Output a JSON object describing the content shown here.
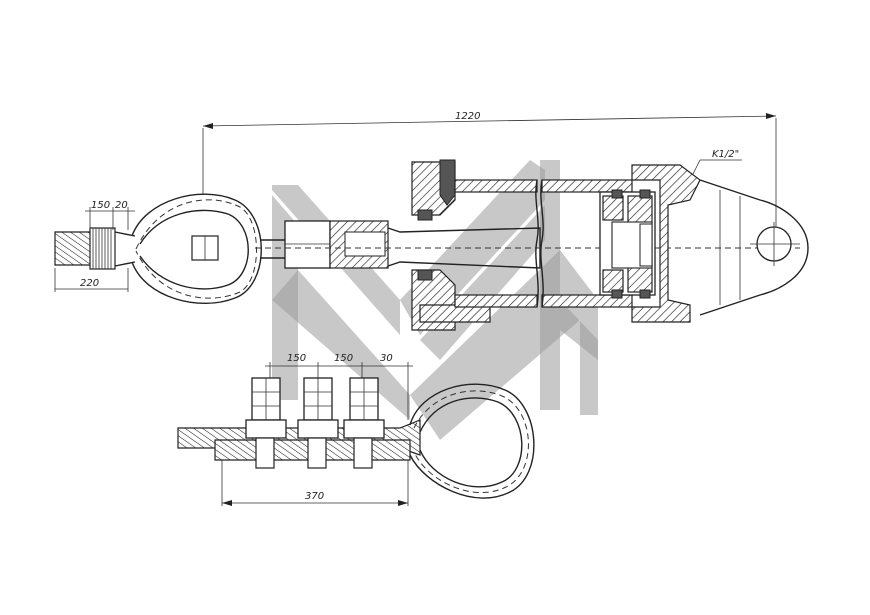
{
  "dimensions": {
    "overall_length": "1220",
    "thread": "K1/2\"",
    "eye_grip_left": "150",
    "eye_grip_right": "20",
    "eye_splice_length": "220",
    "clamp_spacing_1": "150",
    "clamp_spacing_2": "150",
    "clamp_spacing_3": "30",
    "clamp_total_length": "370"
  },
  "colors": {
    "ink": "#222222",
    "watermark": "#9a9a9a",
    "paper": "#ffffff"
  }
}
